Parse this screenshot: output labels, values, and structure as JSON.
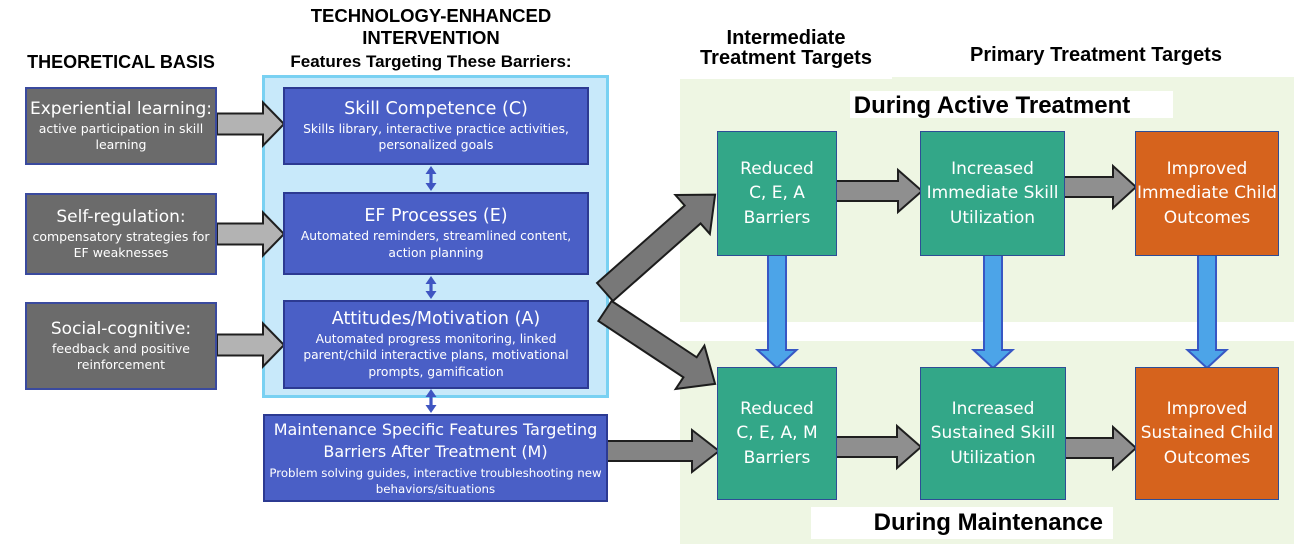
{
  "headers": {
    "theoretical_basis": "THEORETICAL BASIS",
    "tech_intervention": "TECHNOLOGY-ENHANCED\nINTERVENTION",
    "features_subtitle": "Features Targeting These Barriers:",
    "intermediate_targets": "Intermediate\nTreatment Targets",
    "primary_targets": "Primary Treatment Targets",
    "during_active": "During Active Treatment",
    "during_maintenance": "During Maintenance"
  },
  "theoretical_boxes": [
    {
      "title": "Experiential learning:",
      "body": "active participation in skill\nlearning"
    },
    {
      "title": "Self-regulation:",
      "body": "compensatory strategies for\nEF weaknesses"
    },
    {
      "title": "Social-cognitive:",
      "body": "feedback and positive\nreinforcement"
    }
  ],
  "intervention_boxes": [
    {
      "title": "Skill Competence (C)",
      "body": "Skills library, interactive practice activities,\npersonalized goals"
    },
    {
      "title": "EF Processes (E)",
      "body": "Automated reminders, streamlined content,\naction planning"
    },
    {
      "title": "Attitudes/Motivation (A)",
      "body": "Automated progress monitoring, linked\nparent/child interactive plans, motivational\nprompts, gamification"
    }
  ],
  "maintenance_box": {
    "title": "Maintenance Specific Features Targeting\nBarriers After Treatment (M)",
    "body": "Problem solving guides, interactive troubleshooting new\nbehaviors/situations"
  },
  "active_row": [
    {
      "label": "Reduced\nC, E, A\nBarriers",
      "color": "green"
    },
    {
      "label": "Increased\nImmediate Skill\nUtilization",
      "color": "green"
    },
    {
      "label": "Improved\nImmediate Child\nOutcomes",
      "color": "orange"
    }
  ],
  "maintenance_row": [
    {
      "label": "Reduced\nC, E, A, M\nBarriers",
      "color": "green"
    },
    {
      "label": "Increased\nSustained Skill\nUtilization",
      "color": "green"
    },
    {
      "label": "Improved\nSustained Child\nOutcomes",
      "color": "orange"
    }
  ],
  "colors": {
    "panel_green": "#eef6e3",
    "gray_box": "#6b6b6b",
    "gray_box_border": "#3a4a9e",
    "blue_box": "#4a5fc6",
    "blue_box_border": "#2c3a92",
    "light_blue_container": "#c8e9fa",
    "light_blue_border": "#79d1f2",
    "green_box": "#33a788",
    "orange_box": "#d6631d",
    "outcome_border": "#2e4d96",
    "gray_arrow_light": "#b3b3b3",
    "gray_arrow_mid": "#8f8f8f",
    "gray_arrow_dark": "#787878",
    "blue_arrow": "#4ca4e8",
    "blue_arrow_border": "#3757c4",
    "double_arrow": "#3f55c2"
  }
}
